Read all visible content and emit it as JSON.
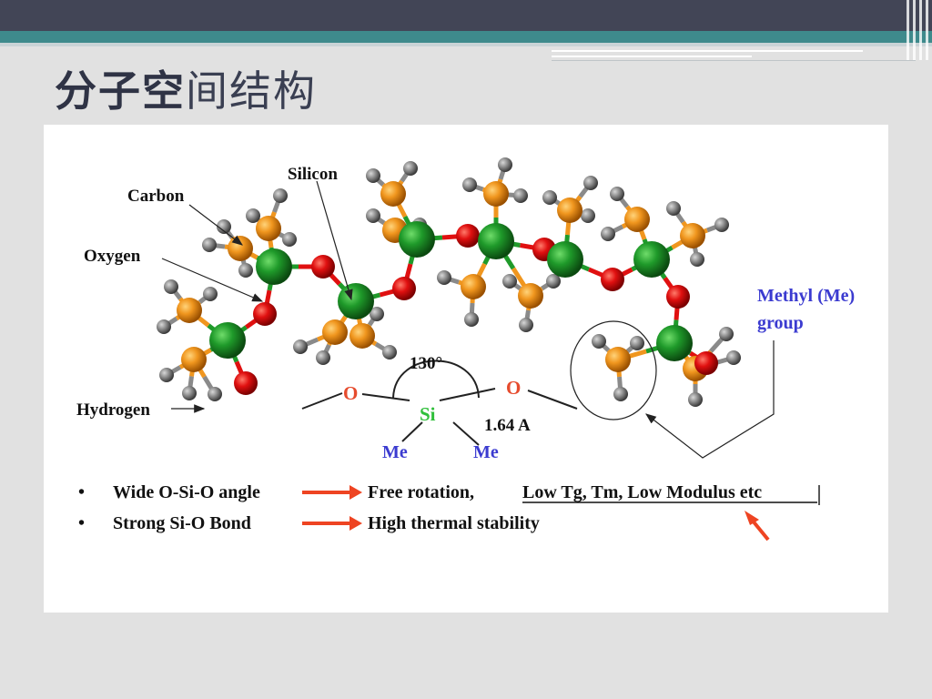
{
  "slide": {
    "title_bold": "分子空",
    "title_light": "间结构"
  },
  "figure": {
    "labels": {
      "carbon": "Carbon",
      "oxygen": "Oxygen",
      "silicon": "Silicon",
      "hydrogen": "Hydrogen",
      "methyl_line1": "Methyl (Me)",
      "methyl_line2": "group",
      "angle": "130°",
      "bond_length": "1.64 A",
      "o_left": "O",
      "o_right": "O",
      "si": "Si",
      "me_left": "Me",
      "me_right": "Me"
    },
    "bullets": [
      {
        "marker": "•",
        "property": "Wide O-Si-O angle",
        "effect": "Free rotation,",
        "note": "Low Tg, Tm, Low Modulus etc"
      },
      {
        "marker": "•",
        "property": "Strong Si-O Bond",
        "effect": "High thermal stability",
        "note": ""
      }
    ],
    "colors": {
      "silicon": "#1f9a2a",
      "oxygen": "#e01010",
      "carbon": "#f0961e",
      "hydrogen": "#8a8a8a",
      "label_blue": "#3b3bd0",
      "arrow_red": "#ee4422"
    }
  }
}
